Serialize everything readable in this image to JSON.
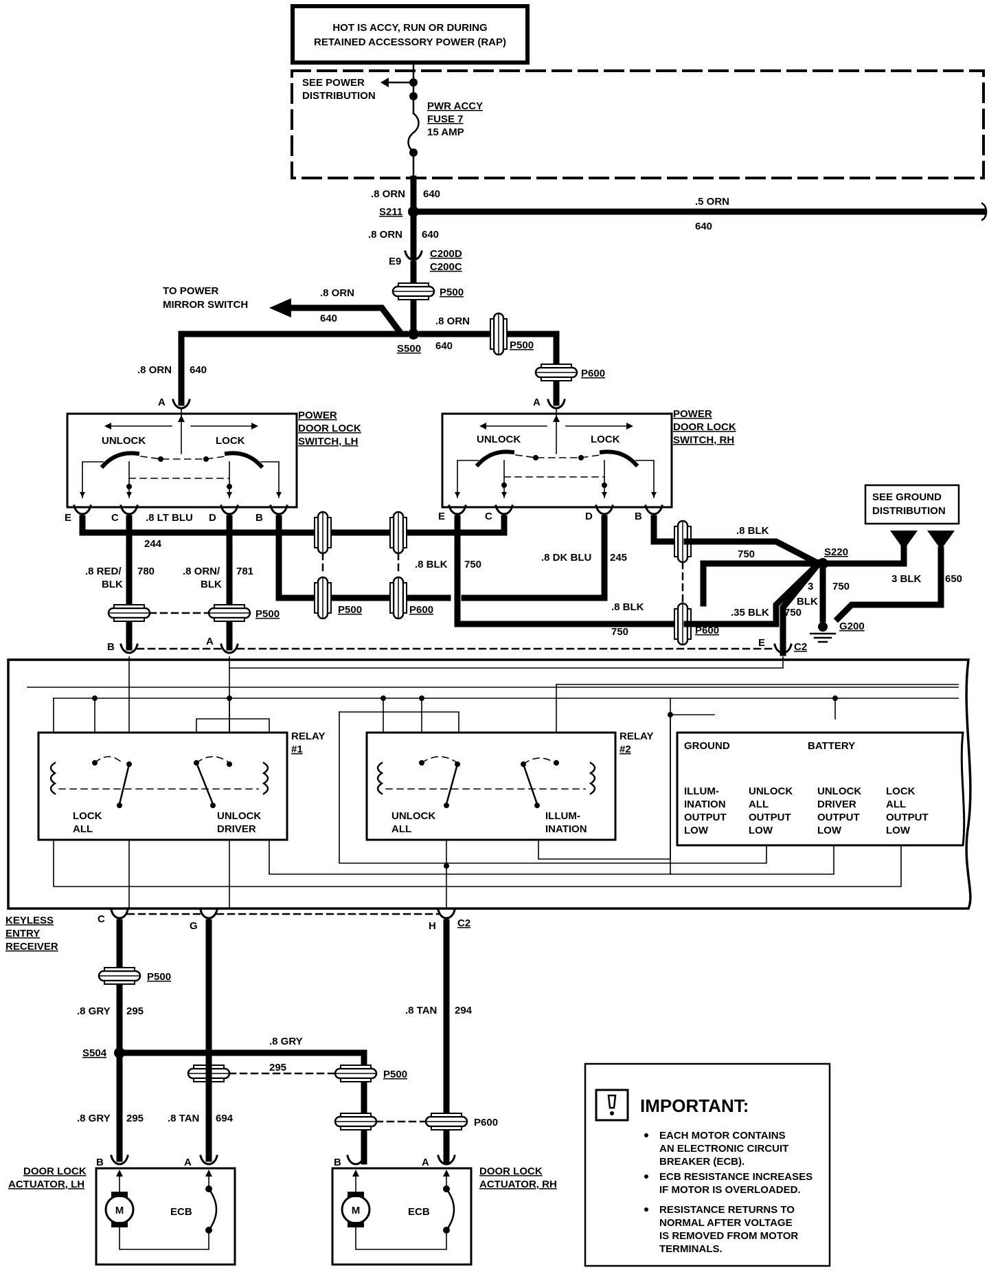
{
  "header": {
    "line1": "HOT IS ACCY, RUN OR DURING",
    "line2": "RETAINED ACCESSORY POWER (RAP)"
  },
  "power_distribution": {
    "line1": "SEE POWER",
    "line2": "DISTRIBUTION"
  },
  "fuse": {
    "line1": "PWR ACCY",
    "line2": "FUSE 7",
    "line3": "15 AMP"
  },
  "wires": {
    "orn_08": ".8 ORN",
    "orn_05": ".5 ORN",
    "ckt_640": "640",
    "lt_blu": ".8 LT BLU",
    "ckt_244": "244",
    "red_blk_1": ".8 RED/",
    "red_blk_2": "BLK",
    "ckt_780": "780",
    "orn_blk_1": ".8 ORN/",
    "orn_blk_2": "BLK",
    "ckt_781": "781",
    "blk_08": ".8 BLK",
    "ckt_750": "750",
    "dk_blu": ".8 DK BLU",
    "ckt_245": "245",
    "blk_3": "3",
    "blk_3b": "BLK",
    "blk_3_full": "3 BLK",
    "ckt_650": "650",
    "blk_035": ".35 BLK",
    "gry_08": ".8 GRY",
    "ckt_295": "295",
    "tan_08": ".8 TAN",
    "ckt_294": "294",
    "ckt_694": "694"
  },
  "splices": {
    "s211": "S211",
    "s500": "S500",
    "s220": "S220",
    "s504": "S504",
    "g200": "G200"
  },
  "connectors": {
    "e9": "E9",
    "c200d": "C200D",
    "c200c": "C200C",
    "p500": "P500",
    "p600": "P600",
    "c2": "C2"
  },
  "pins": {
    "a": "A",
    "b": "B",
    "c": "C",
    "d": "D",
    "e": "E",
    "g": "G",
    "h": "H"
  },
  "mirror": {
    "line1": "TO POWER",
    "line2": "MIRROR SWITCH"
  },
  "switch_lh": {
    "line1": "POWER",
    "line2": "DOOR LOCK",
    "line3": "SWITCH, LH",
    "unlock": "UNLOCK",
    "lock": "LOCK"
  },
  "switch_rh": {
    "line1": "POWER",
    "line2": "DOOR LOCK",
    "line3": "SWITCH, RH",
    "unlock": "UNLOCK",
    "lock": "LOCK"
  },
  "ground_dist": {
    "line1": "SEE GROUND",
    "line2": "DISTRIBUTION"
  },
  "relay1": {
    "l1": "RELAY",
    "l2": "#1",
    "lock1": "LOCK",
    "lock2": "ALL",
    "unl1": "UNLOCK",
    "unl2": "DRIVER"
  },
  "relay2": {
    "l1": "RELAY",
    "l2": "#2",
    "unl1": "UNLOCK",
    "unl2": "ALL",
    "ill1": "ILLUM-",
    "ill2": "INATION"
  },
  "module": {
    "ground": "GROUND",
    "battery": "BATTERY",
    "o1": [
      "ILLUM-",
      "INATION",
      "OUTPUT",
      "LOW"
    ],
    "o2": [
      "UNLOCK",
      "ALL",
      "OUTPUT",
      "LOW"
    ],
    "o3": [
      "UNLOCK",
      "DRIVER",
      "OUTPUT",
      "LOW"
    ],
    "o4": [
      "LOCK",
      "ALL",
      "OUTPUT",
      "LOW"
    ]
  },
  "receiver": {
    "l1": "KEYLESS",
    "l2": "ENTRY",
    "l3": "RECEIVER"
  },
  "actuator_lh": {
    "l1": "DOOR LOCK",
    "l2": "ACTUATOR, LH",
    "motor": "M",
    "ecb": "ECB"
  },
  "actuator_rh": {
    "l1": "DOOR LOCK",
    "l2": "ACTUATOR, RH",
    "motor": "M",
    "ecb": "ECB"
  },
  "important": {
    "title": "IMPORTANT:",
    "icon": "exclamation-icon",
    "b1": [
      "EACH MOTOR CONTAINS",
      "AN ELECTRONIC CIRCUIT",
      "BREAKER (ECB)."
    ],
    "b2": [
      "ECB RESISTANCE INCREASES",
      "IF MOTOR IS OVERLOADED."
    ],
    "b3": [
      "RESISTANCE RETURNS TO",
      "NORMAL AFTER VOLTAGE",
      "IS REMOVED FROM MOTOR",
      "TERMINALS."
    ]
  }
}
